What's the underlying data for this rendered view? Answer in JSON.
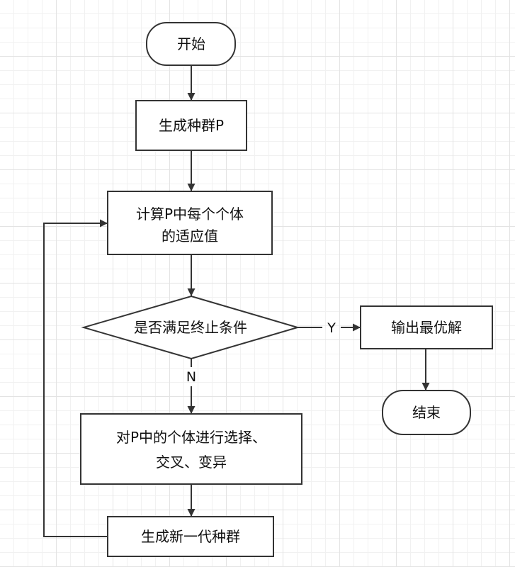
{
  "nodes": {
    "start": "开始",
    "generate_population": "生成种群P",
    "compute_fitness": [
      "计算P中每个个体",
      "的适应值"
    ],
    "check_condition": "是否满足终止条件",
    "output_best": "输出最优解",
    "end": "结束",
    "genetic_ops": [
      "对P中的个体进行选择、",
      "交叉、变异"
    ],
    "new_generation": "生成新一代种群"
  },
  "edge_labels": {
    "yes": "Y",
    "no": "N"
  },
  "colors": {
    "stroke": "#333333",
    "node_fill": "#ffffff",
    "grid_major": "#e3e3e3",
    "grid_minor": "#f1f1f1",
    "text": "#111111"
  }
}
